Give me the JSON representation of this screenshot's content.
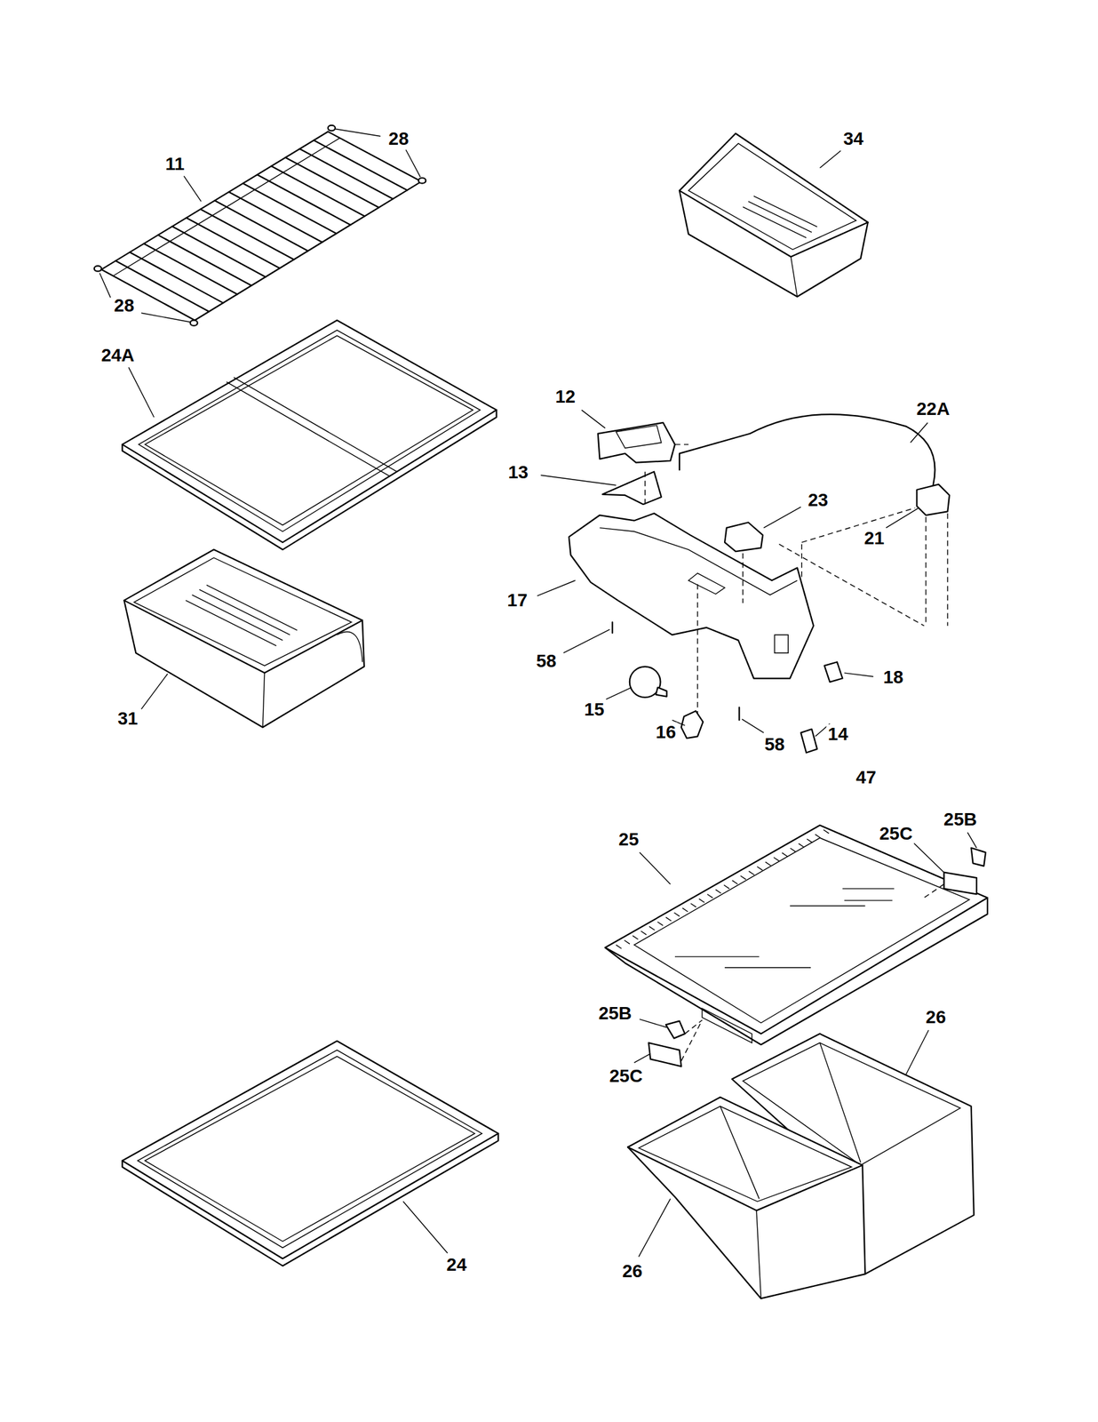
{
  "diagram": {
    "labels": [
      "28",
      "11",
      "28",
      "34",
      "24A",
      "12",
      "22A",
      "13",
      "23",
      "21",
      "17",
      "58",
      "18",
      "15",
      "16",
      "58",
      "14",
      "31",
      "47",
      "25",
      "25C",
      "25B",
      "25B",
      "25C",
      "26",
      "26",
      "24"
    ]
  }
}
